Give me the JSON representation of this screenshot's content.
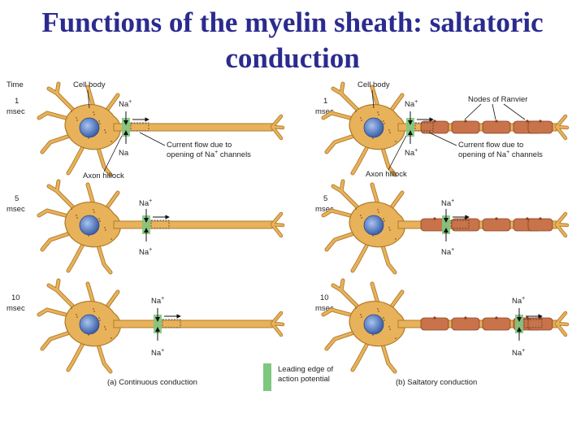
{
  "title": {
    "line1": "Functions of the myelin sheath: saltatoric",
    "line2": "conduction"
  },
  "labels": {
    "time": "Time",
    "cell_body": "Cell body",
    "axon_hillock": "Axon hillock",
    "current_flow_1": "Current flow due to",
    "current_flow_2": "opening of Na",
    "current_flow_3": "channels",
    "na": "Na",
    "plus": "+",
    "nodes_of_ranvier": "Nodes of Ranvier",
    "legend_1": "Leading edge of",
    "legend_2": "action potential",
    "continuous": "(a) Continuous conduction",
    "saltatory": "(b) Saltatory conduction"
  },
  "times": [
    {
      "value": "1",
      "unit": "msec"
    },
    {
      "value": "5",
      "unit": "msec"
    },
    {
      "value": "10",
      "unit": "msec"
    }
  ],
  "colors": {
    "title": "#2b2b8f",
    "neuron_fill": "#e8b25a",
    "neuron_stroke": "#b07a2a",
    "nucleus": "#4a6fb5",
    "myelin": "#c8734a",
    "leading_edge": "#7fc77f"
  }
}
